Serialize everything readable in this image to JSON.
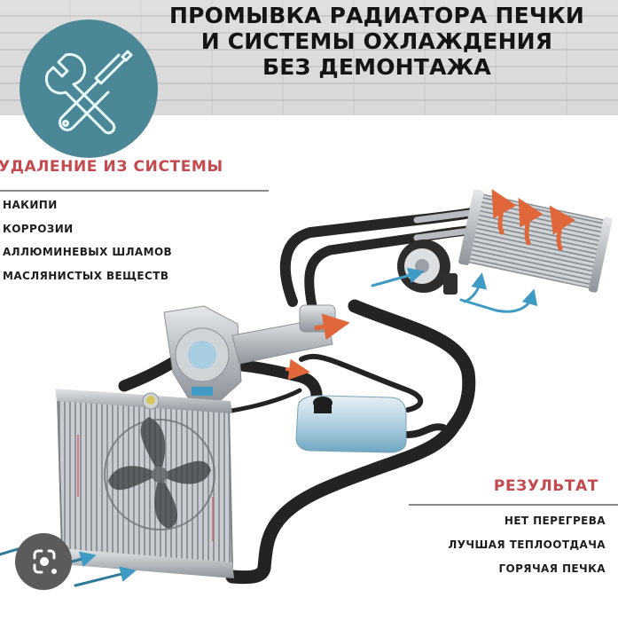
{
  "header": {
    "title_lines": [
      "ПРОМЫВКА РАДИАТОРА ПЕЧКИ",
      "И СИСТЕМЫ ОХЛАЖДЕНИЯ",
      "БЕЗ ДЕМОНТАЖА"
    ],
    "badge_icon": "wrench-screwdriver-icon",
    "badge_color": "#4b8796",
    "banner_color": "#d9d9d9"
  },
  "removal_section": {
    "heading": "УДАЛЕНИЕ ИЗ СИСТЕМЫ",
    "heading_color": "#c34a4f",
    "items": [
      "НАКИПИ",
      "КОРРОЗИИ",
      "АЛЛЮМИНЕВЫХ ШЛАМОВ",
      "МАСЛЯНИСТЫХ ВЕЩЕСТВ"
    ]
  },
  "result_section": {
    "heading": "РЕЗУЛЬТАТ",
    "heading_color": "#c34a4f",
    "items": [
      "НЕТ ПЕРЕГРЕВА",
      "ЛУЧШАЯ ТЕПЛООТДАЧА",
      "ГОРЯЧАЯ ПЕЧКА"
    ]
  },
  "diagram": {
    "components": [
      "heater-core",
      "blower-fan",
      "water-pump",
      "thermostat-housing",
      "expansion-tank",
      "main-radiator",
      "cooling-fan",
      "coolant-hoses"
    ],
    "hot_air_color": "#e0673a",
    "cool_air_color": "#3f9bc4",
    "hose_color": "#262626"
  },
  "overlay": {
    "lens_icon": "visual-search-lens-icon"
  }
}
